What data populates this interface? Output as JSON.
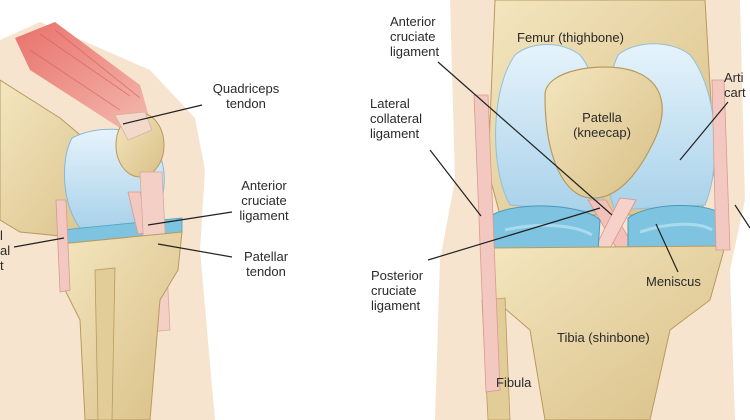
{
  "labels": {
    "side_quadriceps_tendon": "Quadriceps\ntendon",
    "side_anterior_cruciate": "Anterior\ncruciate\nligament",
    "side_patellar_tendon": "Patellar\ntendon",
    "side_collateral_partial": "l\nal\nt",
    "front_anterior_cruciate": "Anterior\ncruciate\nligament",
    "front_femur": "Femur (thighbone)",
    "front_articular_cartilage_partial": "Arti\ncart",
    "front_lateral_collateral": "Lateral\ncollateral\nligament",
    "front_patella": "Patella\n(kneecap)",
    "front_posterior_cruciate": "Posterior\ncruciate\nligament",
    "front_meniscus": "Meniscus",
    "front_tibia": "Tibia (shinbone)",
    "front_fibula": "Fibula"
  },
  "colors": {
    "bone": "#ecd9a8",
    "bone_shadow": "#c9ae72",
    "cartilage": "#cfe6f4",
    "meniscus": "#7ec4e0",
    "ligament": "#f2c8c0",
    "muscle": "#e88f88",
    "skin": "#f7e4cf",
    "line": "#222222"
  }
}
